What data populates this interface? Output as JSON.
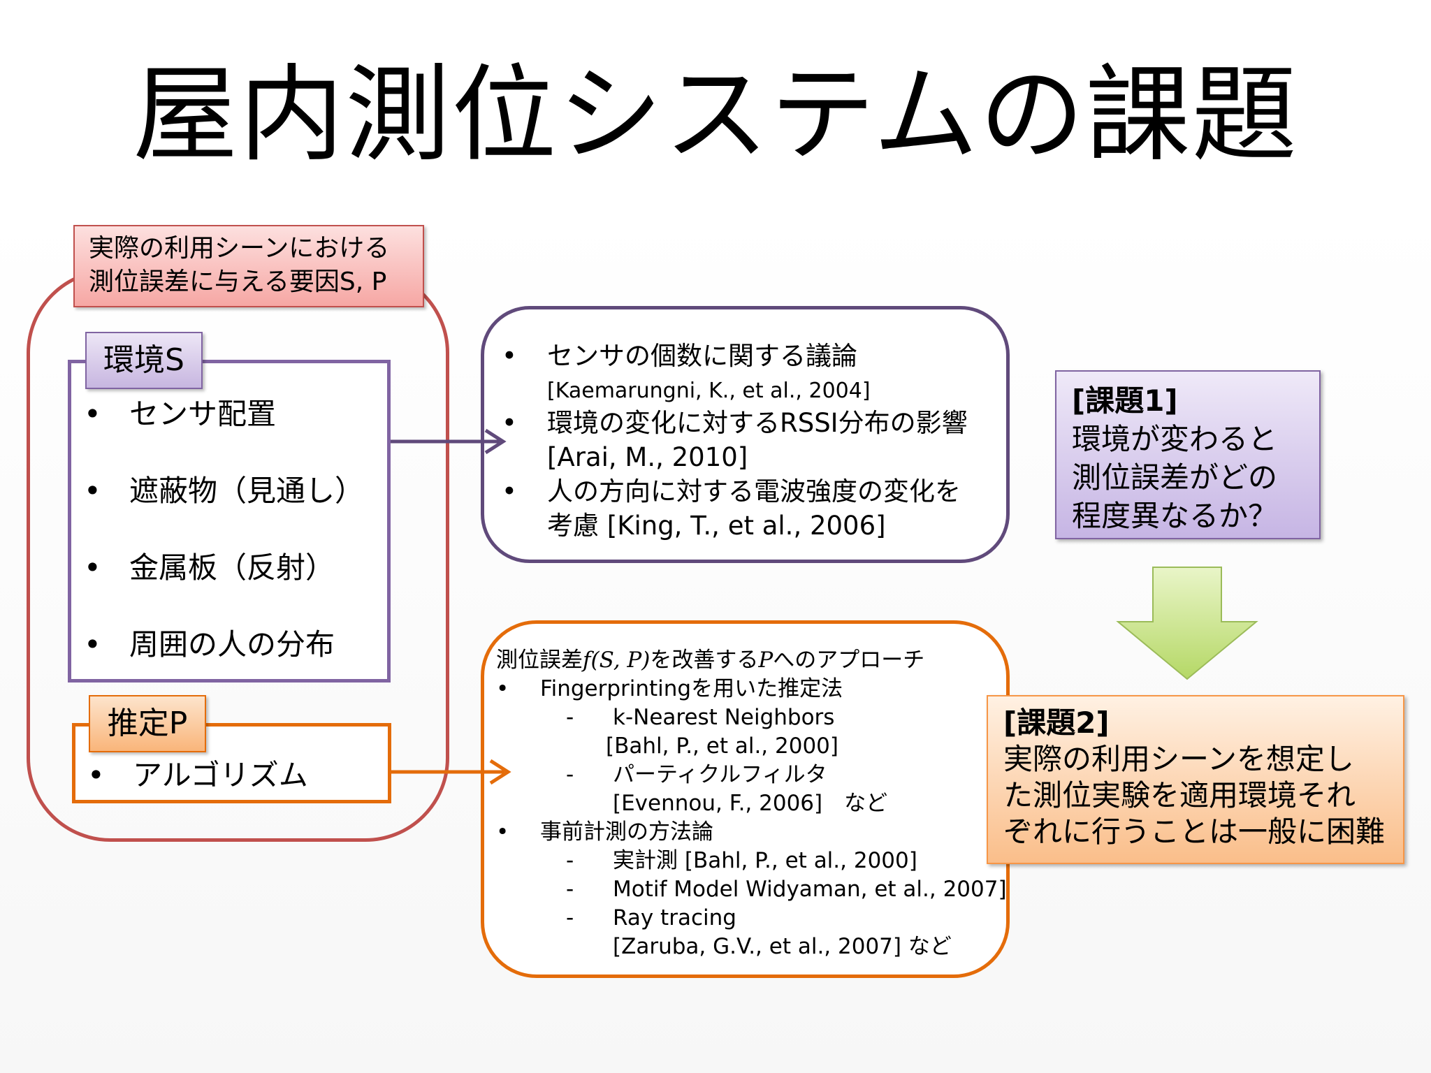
{
  "title": "屋内測位システムの課題",
  "factor_label": {
    "line1": "実際の利用シーンにおける",
    "line2": "測位誤差に与える要因S, P"
  },
  "environment": {
    "label": "環境S",
    "items": [
      "センサ配置",
      "遮蔽物（見通し）",
      "金属板（反射）",
      "周囲の人の分布"
    ]
  },
  "estimation": {
    "label": "推定P",
    "items": [
      "アルゴリズム"
    ]
  },
  "literature": {
    "items": [
      {
        "text": "センサの個数に関する議論",
        "ref": "[Kaemarungni, K., et al., 2004]"
      },
      {
        "text": "環境の変化に対するRSSI分布の影響",
        "ref": "[Arai, M., 2010]"
      },
      {
        "text": "人の方向に対する電波強度の変化を",
        "ref": "考慮 [King, T., et al., 2006]"
      }
    ]
  },
  "approach": {
    "heading_pre": "測位誤差",
    "heading_math": "f(S, P)",
    "heading_mid": "を改善する",
    "heading_math2": "P",
    "heading_post": "へのアプローチ",
    "b1": "Fingerprintingを用いた推定法",
    "b1_s1": "k-Nearest Neighbors",
    "b1_s1_ref": "[Bahl, P., et al., 2000]",
    "b1_s2": "パーティクルフィルタ",
    "b1_s2_ref": "[Evennou, F., 2006]　など",
    "b2": "事前計測の方法論",
    "b2_s1": "実計測 [Bahl, P., et al., 2000]",
    "b2_s2": "Motif Model Widyaman, et al., 2007]",
    "b2_s3": "Ray tracing",
    "b2_s3_ref": "[Zaruba, G.V., et al., 2007] など",
    "bullet": "•",
    "dash": "-"
  },
  "issue1": {
    "head": "[課題1]",
    "lines": [
      "環境が変わると",
      "測位誤差がどの",
      "程度異なるか？"
    ]
  },
  "issue2": {
    "head": "[課題2]",
    "lines": [
      "実際の利用シーンを想定し",
      "た測位実験を適用環境それ",
      "ぞれに行うことは一般に困難"
    ]
  },
  "colors": {
    "red": "#c0504d",
    "purple": "#8064a2",
    "dark_purple": "#604a7b",
    "orange": "#e46c0a",
    "green_arrow": "#c3e07a"
  }
}
